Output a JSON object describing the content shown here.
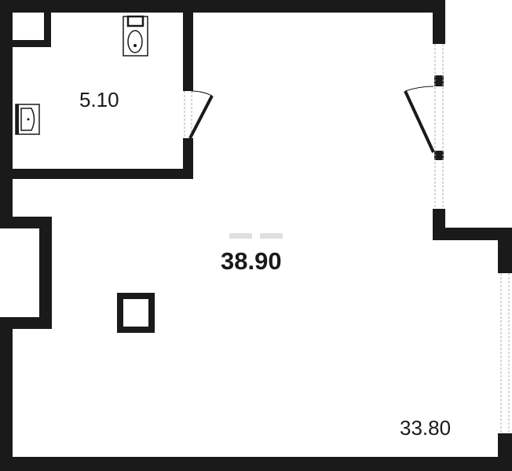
{
  "plan": {
    "total_area": "38.90",
    "rooms": [
      {
        "name": "bathroom",
        "area": "5.10"
      },
      {
        "name": "main-room",
        "area": "33.80"
      }
    ],
    "colors": {
      "wall": "#1a1a1a",
      "background": "#ffffff",
      "window_line": "#b0b0b0",
      "marker": "#e0e0e0"
    }
  }
}
